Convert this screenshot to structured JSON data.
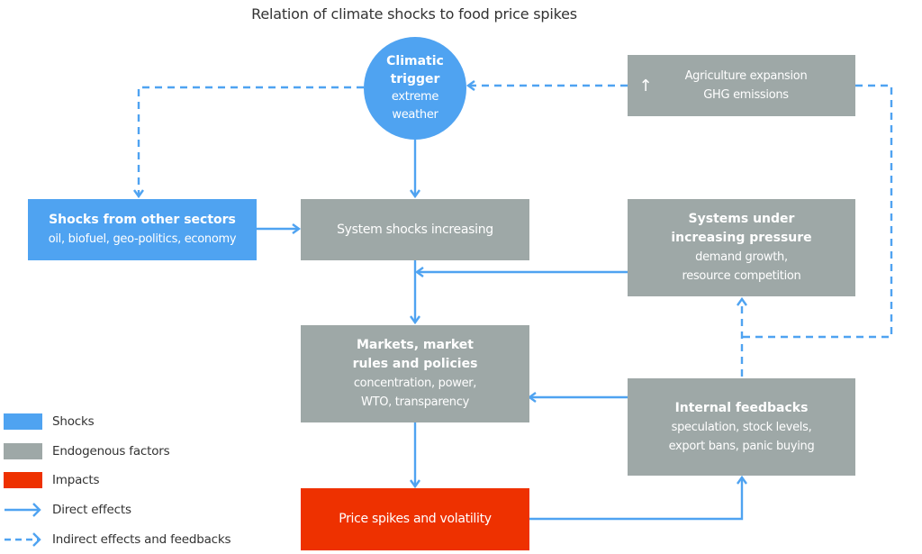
{
  "title": "Relation of climate shocks to food price spikes",
  "colors": {
    "shocks": "#4fa3f1",
    "endogenous": "#9ea8a7",
    "impacts": "#ee3100",
    "arrow": "#4fa3f1"
  },
  "nodes": {
    "climatic_trigger": {
      "heading_1": "Climatic",
      "heading_2": "trigger",
      "sub_1": "extreme",
      "sub_2": "weather",
      "category": "shocks"
    },
    "agriculture_expansion": {
      "icon": "up-arrow-icon",
      "icon_glyph": "↑",
      "line_1": "Agriculture expansion",
      "line_2": "GHG emissions",
      "category": "endogenous"
    },
    "shocks_other_sectors": {
      "heading": "Shocks from other sectors",
      "sub": "oil, biofuel, geo-politics, economy",
      "category": "shocks"
    },
    "system_shocks": {
      "label": "System shocks increasing",
      "category": "endogenous"
    },
    "systems_pressure": {
      "heading_1": "Systems under",
      "heading_2": "increasing pressure",
      "sub_1": "demand growth,",
      "sub_2": "resource competition",
      "category": "endogenous"
    },
    "markets": {
      "heading_1": "Markets, market",
      "heading_2": "rules and policies",
      "sub_1": "concentration, power,",
      "sub_2": "WTO, transparency",
      "category": "endogenous"
    },
    "internal_feedbacks": {
      "heading": "Internal feedbacks",
      "sub_1": "speculation, stock levels,",
      "sub_2": "export bans, panic buying",
      "category": "endogenous"
    },
    "price_spikes": {
      "label": "Price spikes and volatility",
      "category": "impacts"
    }
  },
  "edges": [
    {
      "from": "climatic_trigger",
      "to": "system_shocks",
      "type": "direct"
    },
    {
      "from": "climatic_trigger",
      "to": "shocks_other_sectors",
      "type": "indirect"
    },
    {
      "from": "agriculture_expansion",
      "to": "climatic_trigger",
      "type": "indirect"
    },
    {
      "from": "shocks_other_sectors",
      "to": "system_shocks",
      "type": "direct"
    },
    {
      "from": "system_shocks",
      "to": "markets",
      "type": "direct"
    },
    {
      "from": "systems_pressure",
      "to": "markets",
      "type": "direct"
    },
    {
      "from": "internal_feedbacks",
      "to": "markets",
      "type": "direct"
    },
    {
      "from": "markets",
      "to": "price_spikes",
      "type": "direct"
    },
    {
      "from": "price_spikes",
      "to": "internal_feedbacks",
      "type": "direct"
    },
    {
      "from": "internal_feedbacks",
      "to": "systems_pressure",
      "type": "indirect"
    },
    {
      "from": "agriculture_expansion",
      "to": "systems_pressure",
      "type": "indirect"
    }
  ],
  "legend": [
    {
      "kind": "swatch",
      "color": "#4fa3f1",
      "label": "Shocks"
    },
    {
      "kind": "swatch",
      "color": "#9ea8a7",
      "label": "Endogenous factors"
    },
    {
      "kind": "swatch",
      "color": "#ee3100",
      "label": "Impacts"
    },
    {
      "kind": "solid-arrow",
      "color": "#4fa3f1",
      "label": "Direct effects"
    },
    {
      "kind": "dashed-arrow",
      "color": "#4fa3f1",
      "label": "Indirect effects and feedbacks"
    }
  ]
}
